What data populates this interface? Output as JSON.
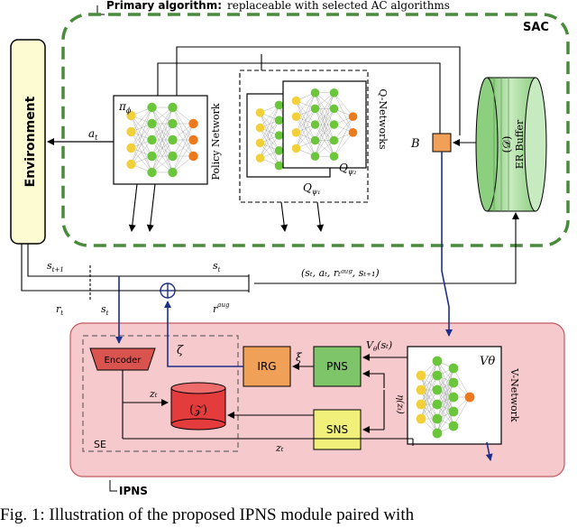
{
  "header": {
    "primary_label": "Primary algorithm:",
    "primary_desc": "replaceable with selected AC algorithms",
    "sac_label": "SAC"
  },
  "environment": {
    "label": "Environment"
  },
  "policy": {
    "symbol": "π",
    "subscript": "ϕ",
    "label": "Policy Network"
  },
  "qnets": {
    "label": "Q-Networks",
    "q1": "Qψ1",
    "q2": "Qψ2"
  },
  "buffer": {
    "label": "ER Buffer",
    "symbol": "(𝒟)",
    "batch": "B"
  },
  "signals": {
    "a_t": "a",
    "a_t_sub": "t",
    "s_t1": "s",
    "s_t1_sub": "t+1",
    "s_t": "s",
    "s_t_sub": "t",
    "r_t": "r",
    "r_t_sub": "t",
    "r_aug": "r",
    "r_aug_sup": "aug",
    "tuple": "(sₜ, aₜ, rₜᵃᵘᵍ, sₜ₊₁)",
    "zeta": "ζ",
    "xi": "ξ",
    "v_s": "V",
    "v_s_rest": "(sₜ)",
    "eta": "η(zₜ)",
    "z_t": "zₜ",
    "z_t2": "zₜ"
  },
  "ipns": {
    "label": "IPNS",
    "encoder": "Encoder",
    "irg": "IRG",
    "pns": "PNS",
    "sns": "SNS",
    "z_store": "(𝒵)",
    "se": "SE",
    "vnet_label": "V-Network",
    "vnet_symbol": "Vθ"
  },
  "caption": "Fig. 1: Illustration of the proposed IPNS module paired with",
  "colors": {
    "sac_border": "#4a8a3c",
    "ipns_fill": "#f6c9cc",
    "ipns_border": "#c05a60",
    "env_fill": "#fdfbd2",
    "encoder": "#d9534f",
    "irg": "#f0a057",
    "pns": "#7ec56a",
    "sns": "#f0f07a",
    "store": "#e43c3c",
    "batch": "#f0a057",
    "arrow_blue": "#1c2f8a",
    "node_yellow": "#f2d03a",
    "node_green": "#6cc63b",
    "node_orange": "#ec7a1c",
    "buffer_green": "#a8d8a0"
  }
}
